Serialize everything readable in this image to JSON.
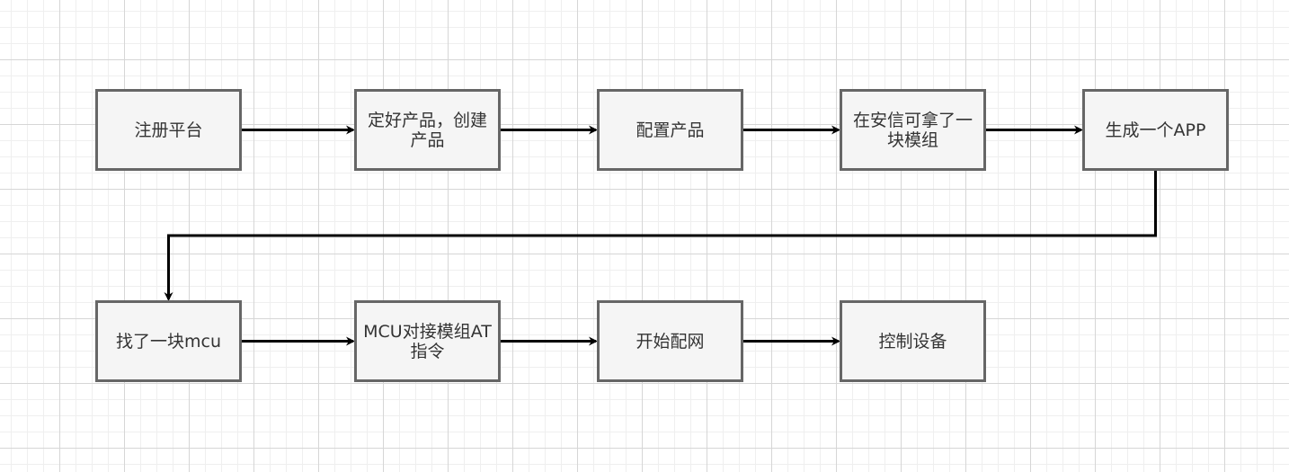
{
  "diagram": {
    "title": "",
    "colors": {
      "node_fill": "#f5f5f5",
      "node_border": "#666666",
      "edge": "#000000",
      "text": "#333333"
    },
    "nodes": [
      {
        "id": "n1",
        "label": "注册平台"
      },
      {
        "id": "n2",
        "label": "定好产品，创建产品"
      },
      {
        "id": "n3",
        "label": "配置产品"
      },
      {
        "id": "n4",
        "label": "在安信可拿了一块模组"
      },
      {
        "id": "n5",
        "label": "生成一个APP"
      },
      {
        "id": "n6",
        "label": "找了一块mcu"
      },
      {
        "id": "n7",
        "label": "MCU对接模组AT指令"
      },
      {
        "id": "n8",
        "label": "开始配网"
      },
      {
        "id": "n9",
        "label": "控制设备"
      }
    ],
    "edges": [
      {
        "from": "n1",
        "to": "n2"
      },
      {
        "from": "n2",
        "to": "n3"
      },
      {
        "from": "n3",
        "to": "n4"
      },
      {
        "from": "n4",
        "to": "n5"
      },
      {
        "from": "n5",
        "to": "n6"
      },
      {
        "from": "n6",
        "to": "n7"
      },
      {
        "from": "n7",
        "to": "n8"
      },
      {
        "from": "n8",
        "to": "n9"
      }
    ]
  }
}
